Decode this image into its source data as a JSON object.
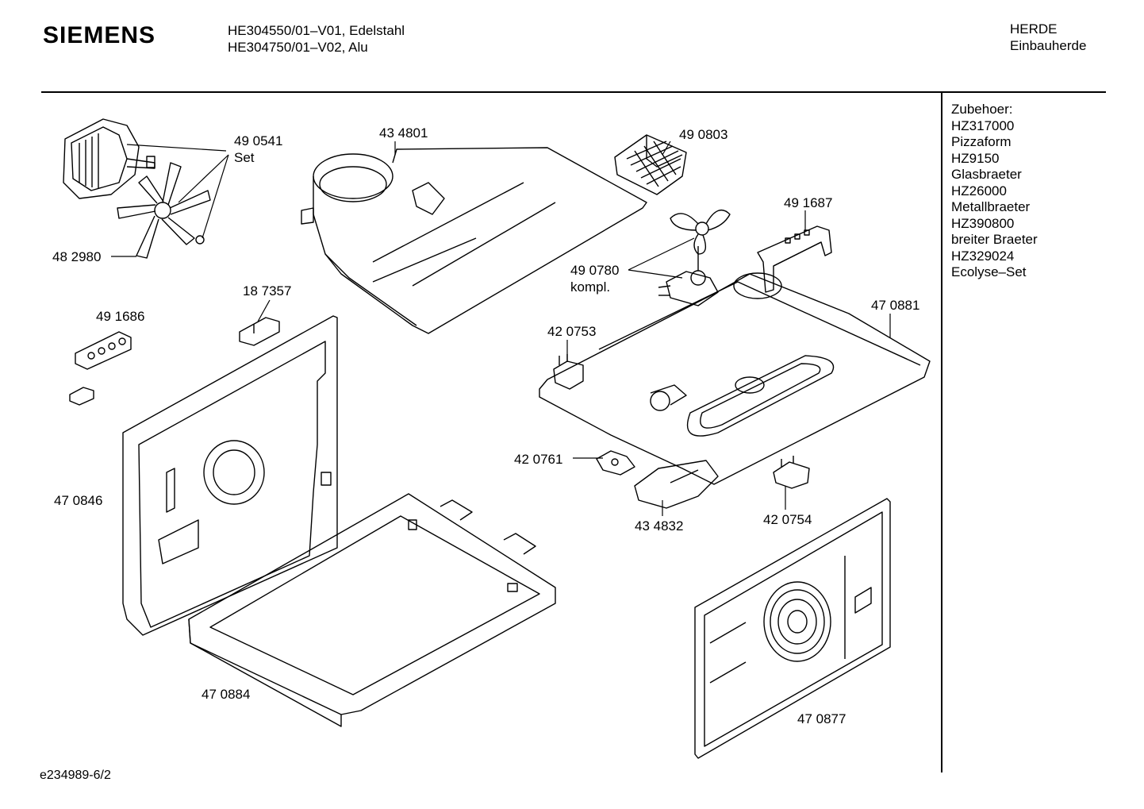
{
  "header": {
    "brand": "SIEMENS",
    "model_line_1": "HE304550/01–V01, Edelstahl",
    "model_line_2": "HE304750/01–V02, Alu",
    "category_line_1": "HERDE",
    "category_line_2": "Einbauherde"
  },
  "accessories": {
    "heading": "Zubehoer:",
    "items": [
      {
        "code": "HZ317000",
        "name": "Pizzaform"
      },
      {
        "code": "HZ9150",
        "name": "Glasbraeter"
      },
      {
        "code": "HZ26000",
        "name": "Metallbraeter"
      },
      {
        "code": "HZ390800",
        "name": "breiter Braeter"
      },
      {
        "code": "HZ329024",
        "name": "Ecolyse–Set"
      }
    ]
  },
  "part_labels": {
    "p490541": "49 0541",
    "p490541_sub": "Set",
    "p434801": "43 4801",
    "p490803": "49 0803",
    "p491687": "49 1687",
    "p482980": "48 2980",
    "p490780": "49 0780",
    "p490780_sub": "kompl.",
    "p187357": "18 7357",
    "p491686": "49 1686",
    "p470881": "47 0881",
    "p420753": "42 0753",
    "p420761": "42 0761",
    "p470846": "47 0846",
    "p434832": "43 4832",
    "p420754": "42 0754",
    "p470884": "47 0884",
    "p470877": "47 0877"
  },
  "footer": {
    "drawing_id": "e234989-6/2"
  }
}
